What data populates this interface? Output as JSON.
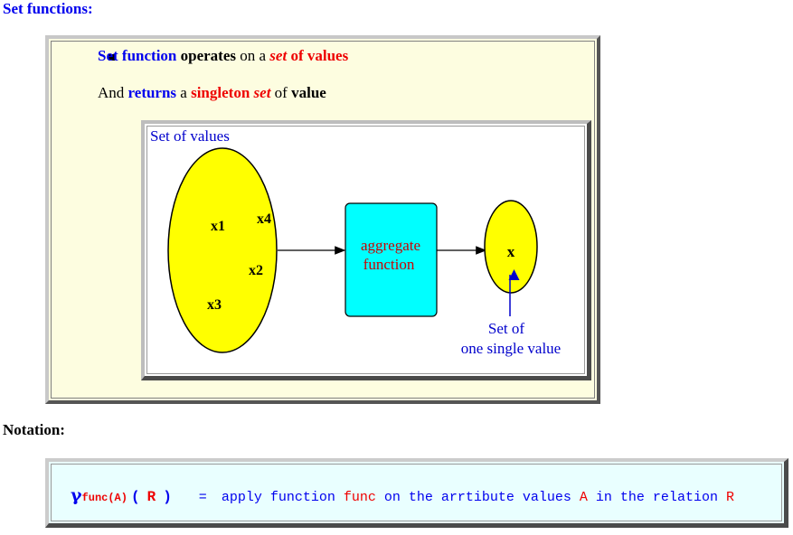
{
  "section1": {
    "title": "Set functions:"
  },
  "bullet": {
    "p1": {
      "t1": "Set function",
      "t2": " operates",
      "t3": " on a ",
      "t4": "set",
      "t5": " of values"
    },
    "p2": {
      "t1": "And ",
      "t2": "returns",
      "t3": " a ",
      "t4": "singleton",
      "t5": " set",
      "t6": " of ",
      "t7": "value"
    }
  },
  "diagram": {
    "label": "Set of values",
    "elements": [
      "x1",
      "x4",
      "x2",
      "x3"
    ],
    "box_line1": "aggregate",
    "box_line2": "function",
    "result": "x",
    "note_line1": "Set of",
    "note_line2": "one single value",
    "colors": {
      "ellipse": "#ffff00",
      "box": "#00ffff",
      "text_red": "#cc0000",
      "text_blue": "#0000cc"
    }
  },
  "section2": {
    "title": "Notation:"
  },
  "notation": {
    "gamma": "γ",
    "sub": "func(A)",
    "open": "(",
    "rel": "R",
    "close": ")",
    "eq": "=",
    "t1": "apply function ",
    "t2": "func",
    "t3": " on the arrtibute values ",
    "t4": "A",
    "t5": " in the relation ",
    "t6": "R"
  }
}
